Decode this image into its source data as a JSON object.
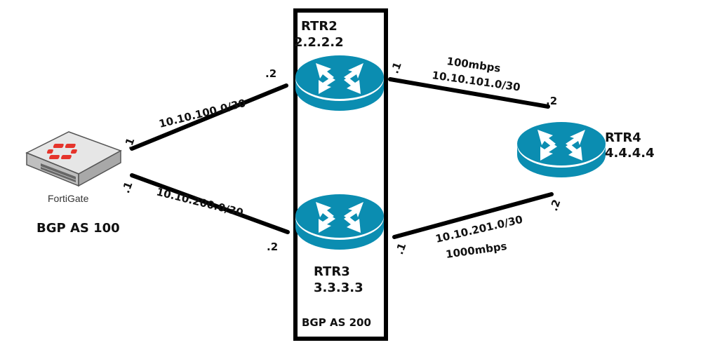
{
  "colors": {
    "router": "#0b8db1",
    "fortigate_logo": "#e5342b",
    "link": "#000000"
  },
  "fortigate": {
    "label": "FortiGate",
    "as_label": "BGP AS 100",
    "icon": "fortigate-appliance-icon"
  },
  "as200_box": {
    "label": "BGP AS 200"
  },
  "routers": [
    {
      "name": "RTR2",
      "ip": "2.2.2.2",
      "icon": "router-icon"
    },
    {
      "name": "RTR3",
      "ip": "3.3.3.3",
      "icon": "router-icon"
    },
    {
      "name": "RTR4",
      "ip": "4.4.4.4",
      "icon": "router-icon"
    }
  ],
  "links": [
    {
      "subnet": "10.10.100.0/30",
      "a_end": ".1",
      "b_end": ".2"
    },
    {
      "subnet": "10.10.200.0/30",
      "a_end": ".1",
      "b_end": ".2"
    },
    {
      "subnet": "10.10.101.0/30",
      "a_end": ".1",
      "b_end": ".2",
      "bandwidth": "100mbps"
    },
    {
      "subnet": "10.10.201.0/30",
      "a_end": ".1",
      "b_end": ".2",
      "bandwidth": "1000mbps"
    }
  ]
}
